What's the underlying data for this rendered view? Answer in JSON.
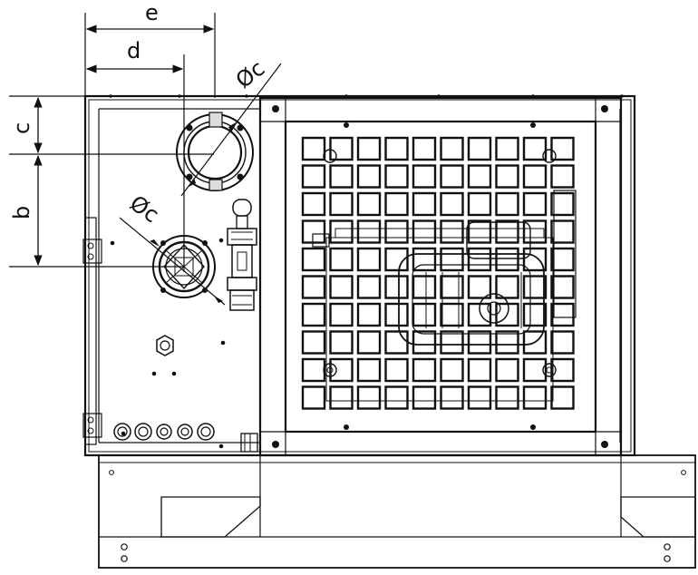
{
  "labels": {
    "e": "e",
    "d": "d",
    "c": "c",
    "b": "b",
    "phi_c_top": "Øc",
    "phi_c_mid": "Øc"
  },
  "colors": {
    "line": "#111111",
    "background": "#ffffff",
    "pipe_gray": "#dddddd"
  }
}
